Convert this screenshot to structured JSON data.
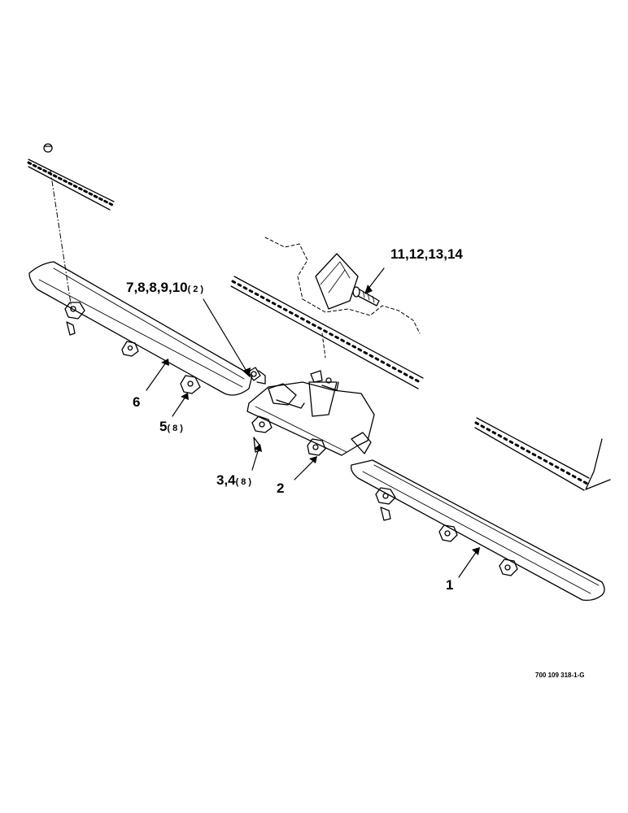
{
  "callouts": {
    "c1": {
      "label": "1"
    },
    "c2": {
      "label": "2"
    },
    "c3": {
      "label": "3,4",
      "qty": "(8)"
    },
    "c5": {
      "label": "5",
      "qty": "(8)"
    },
    "c6": {
      "label": "6"
    },
    "c7": {
      "label": "7,8,8,9,10",
      "qty": "(2)"
    },
    "c11": {
      "label": "11,12,13,14"
    }
  },
  "figure_code": "700 109 318-1-G",
  "colors": {
    "line": "#000000",
    "background": "#ffffff"
  }
}
